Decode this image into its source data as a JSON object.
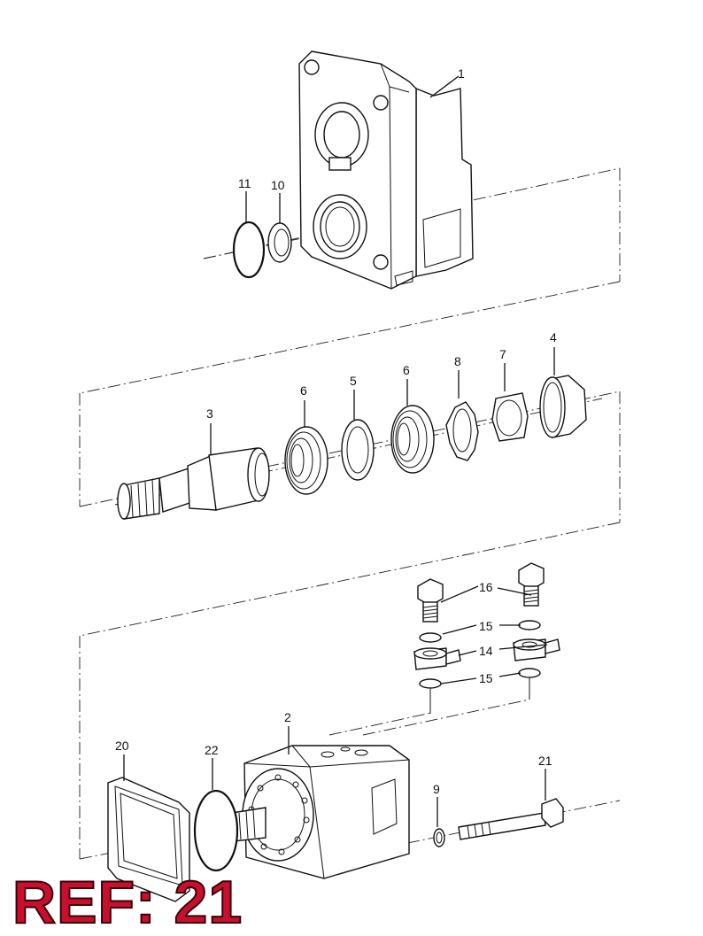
{
  "stamp": {
    "text": "REF: 21",
    "color": "#c8102e"
  },
  "callouts": {
    "c1": "1",
    "c2": "2",
    "c3": "3",
    "c4": "4",
    "c5": "5",
    "c6a": "6",
    "c6b": "6",
    "c7": "7",
    "c8": "8",
    "c9": "9",
    "c10": "10",
    "c11": "11",
    "c14": "14",
    "c15a": "15",
    "c15b": "15",
    "c16": "16",
    "c20": "20",
    "c21": "21",
    "c22": "22"
  }
}
